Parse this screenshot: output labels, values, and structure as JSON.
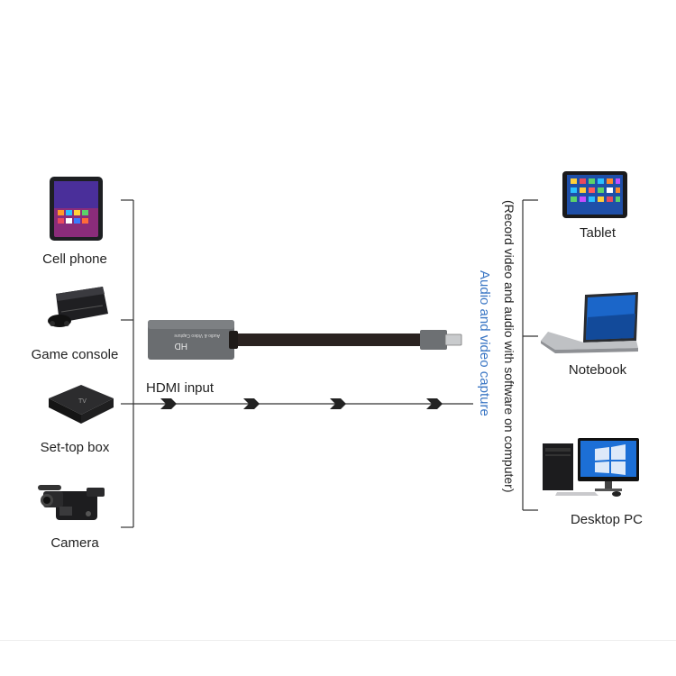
{
  "sources": [
    {
      "label": "Cell phone",
      "icon": "cell-phone-icon"
    },
    {
      "label": "Game console",
      "icon": "game-console-icon"
    },
    {
      "label": "Set-top box",
      "icon": "set-top-box-icon"
    },
    {
      "label": "Camera",
      "icon": "camera-icon"
    }
  ],
  "targets": [
    {
      "label": "Tablet",
      "icon": "tablet-icon"
    },
    {
      "label": "Notebook",
      "icon": "notebook-icon"
    },
    {
      "label": "Desktop PC",
      "icon": "desktop-pc-icon"
    }
  ],
  "input_label": "HDMI input",
  "device": {
    "text_top": "HD",
    "text_small": "Audio & Video Capture"
  },
  "capture_label": "Audio and video capture",
  "capture_note": "(Record video and audio with software on computer)",
  "colors": {
    "accent": "#3a76c4",
    "line": "#333333",
    "device": "#6a6d70"
  }
}
